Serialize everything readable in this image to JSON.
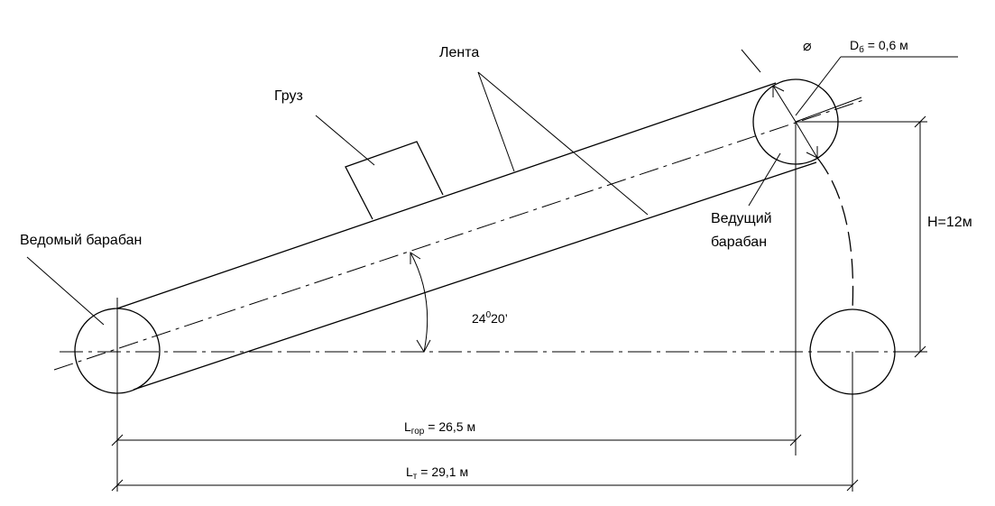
{
  "labels": {
    "gruz": "Груз",
    "lenta": "Лента",
    "vedomy": "Ведомый барабан",
    "vedushchy_line1": "Ведущий",
    "vedushchy_line2": "барабан",
    "height": "H=12м",
    "angle_deg": "24",
    "angle_sup": "0",
    "angle_min": "20’",
    "drum_d_main": "D",
    "drum_d_sub": "б",
    "drum_d_value": " = 0,6 м",
    "diameter_symbol": "⌀",
    "l_gor_main": "L",
    "l_gor_sub": "гор",
    "l_gor_value": " = 26,5 м",
    "l_t_main": "L",
    "l_t_sub": "т",
    "l_t_value": " = 29,1 м"
  }
}
